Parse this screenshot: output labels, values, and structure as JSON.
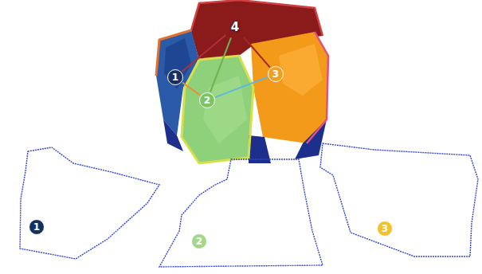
{
  "diagram": {
    "nodes": [
      {
        "text": [
          "4"
        ]
      },
      {
        "text": [
          "1"
        ]
      },
      {
        "text": [
          "2"
        ]
      },
      {
        "text": [
          "3"
        ]
      },
      {
        "text": [
          "1"
        ]
      },
      {
        "text": [
          "2"
        ]
      },
      {
        "text": [
          "3"
        ]
      }
    ],
    "edges": [
      {
        "from": 0,
        "to": 1,
        "arrow": "none"
      },
      {
        "from": 0,
        "to": 2,
        "arrow": "none"
      },
      {
        "from": 0,
        "to": 3,
        "arrow": "none"
      },
      {
        "from": 1,
        "to": 2,
        "arrow": "none"
      },
      {
        "from": 2,
        "to": 3,
        "arrow": "none"
      }
    ]
  }
}
